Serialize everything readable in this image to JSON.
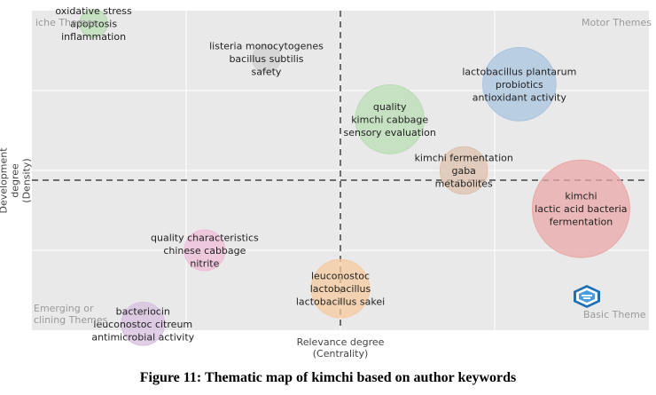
{
  "chart_data": {
    "type": "scatter",
    "subtype": "bubble",
    "xlabel": [
      "Relevance degree",
      "(Centrality)"
    ],
    "ylabel": [
      "Development degree",
      "(Density)"
    ],
    "quadrant_labels": {
      "top_left": "iche Themes",
      "top_right": "Motor Themes",
      "bottom_left": [
        "Emerging or",
        "clining Themes"
      ],
      "bottom_right": "Basic Theme"
    },
    "grid": true,
    "divider_x": 0.5,
    "divider_y": 0.5,
    "xlim": [
      0,
      1
    ],
    "ylim": [
      0,
      1
    ],
    "clusters": [
      {
        "labels": [
          "oxidative stress",
          "apoptosis",
          "inflammation"
        ],
        "x": 0.1,
        "y": 0.96,
        "size": 0.04,
        "color": "#b9dcb4"
      },
      {
        "labels": [
          "listeria monocytogenes",
          "bacillus subtilis",
          "safety"
        ],
        "x": 0.38,
        "y": 0.85,
        "size": 0.04,
        "color": "#cfcfcf"
      },
      {
        "labels": [
          "lactobacillus plantarum",
          "probiotics",
          "antioxidant activity"
        ],
        "x": 0.79,
        "y": 0.77,
        "size": 0.52,
        "color": "#a9c4df"
      },
      {
        "labels": [
          "quality",
          "kimchi cabbage",
          "sensory evaluation"
        ],
        "x": 0.58,
        "y": 0.66,
        "size": 0.45,
        "color": "#b9dcb4"
      },
      {
        "labels": [
          "kimchi fermentation",
          "gaba",
          "metabolites"
        ],
        "x": 0.7,
        "y": 0.5,
        "size": 0.18,
        "color": "#ddc0ad"
      },
      {
        "labels": [
          "kimchi",
          "lactic acid bacteria",
          "fermentation"
        ],
        "x": 0.89,
        "y": 0.38,
        "size": 1.0,
        "color": "#e9a7a7"
      },
      {
        "labels": [
          "quality characteristics",
          "chinese cabbage",
          "nitrite"
        ],
        "x": 0.28,
        "y": 0.25,
        "size": 0.12,
        "color": "#efbcd8"
      },
      {
        "labels": [
          "leuconostoc",
          "lactobacillus",
          "lactobacillus sakei"
        ],
        "x": 0.5,
        "y": 0.13,
        "size": 0.3,
        "color": "#f6c99e"
      },
      {
        "labels": [
          "bacteriocin",
          "leuconostoc citreum",
          "antimicrobial activity"
        ],
        "x": 0.18,
        "y": 0.02,
        "size": 0.14,
        "color": "#d7bfe0"
      }
    ]
  },
  "caption": "Figure 11: Thematic map of kimchi based on author keywords",
  "logo_icon": "bibliometrix-logo-icon"
}
